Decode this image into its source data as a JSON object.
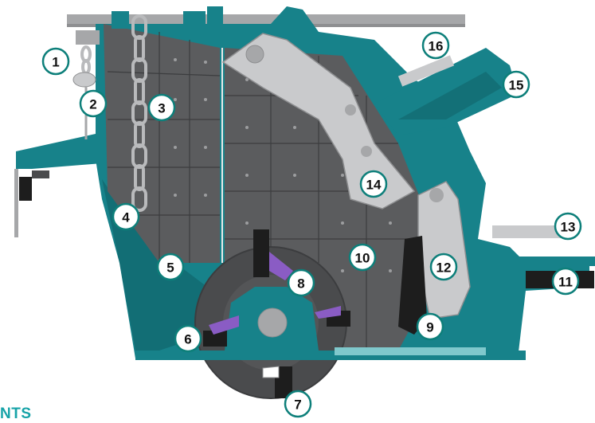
{
  "colors": {
    "teal": "#17828a",
    "teal_dark": "#0f5e64",
    "rotor": "#4a4b4d",
    "liner": "#5b5c5e",
    "liner_line": "#3c3d3f",
    "grey_arm": "#c9cacc",
    "rail": "#a6a7a9",
    "purple": "#8a5cc4",
    "black": "#1d1d1d",
    "callout_fill": "#ffffff",
    "callout_stroke": "#0d7f7a",
    "callout_text": "#111111",
    "footer_text": "#17a3a8"
  },
  "callouts": [
    {
      "label": "1"
    },
    {
      "label": "2"
    },
    {
      "label": "3"
    },
    {
      "label": "4"
    },
    {
      "label": "5"
    },
    {
      "label": "6"
    },
    {
      "label": "7"
    },
    {
      "label": "8"
    },
    {
      "label": "9"
    },
    {
      "label": "10"
    },
    {
      "label": "11"
    },
    {
      "label": "12"
    },
    {
      "label": "13"
    },
    {
      "label": "14"
    },
    {
      "label": "15"
    },
    {
      "label": "16"
    }
  ],
  "footer": {
    "text": "NTS"
  }
}
